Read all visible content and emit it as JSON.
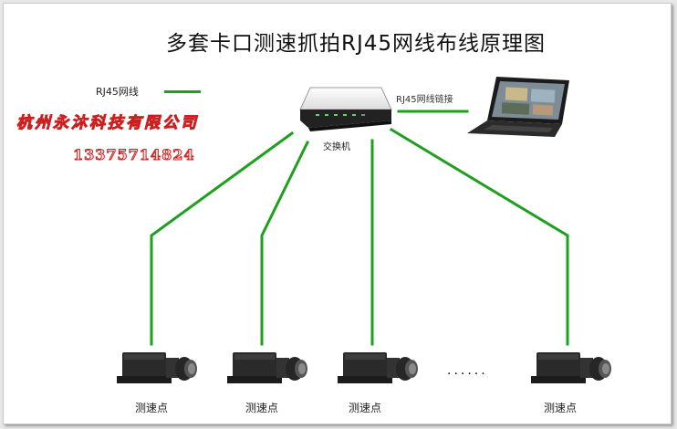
{
  "title": "多套卡口测速抓拍RJ45网线布线原理图",
  "legend": {
    "label": "RJ45网线",
    "color": "#1ea01e"
  },
  "company": {
    "name": "杭州永沐科技有限公司",
    "phone": "13375714824"
  },
  "switch_label": "交换机",
  "link_label": "RJ45网线链接",
  "cameras": [
    {
      "label": "测速点"
    },
    {
      "label": "测速点"
    },
    {
      "label": "测速点"
    },
    {
      "label": "测速点"
    }
  ],
  "ellipsis": "......",
  "icons": [
    "network-switch-icon",
    "laptop-icon",
    "camera-icon"
  ]
}
